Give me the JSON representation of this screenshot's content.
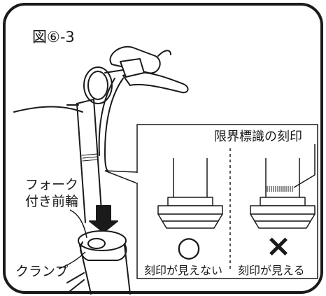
{
  "figure_label": "図⑥-3",
  "callouts": {
    "fork_wheel_line1": "フォーク",
    "fork_wheel_line2": "付き前輪",
    "clamp": "クランプ",
    "limit_mark": "限界標識の刻印"
  },
  "examples": {
    "good": {
      "symbol": "○",
      "caption": "刻印が見えない"
    },
    "bad": {
      "symbol": "×",
      "caption": "刻印が見える"
    }
  }
}
